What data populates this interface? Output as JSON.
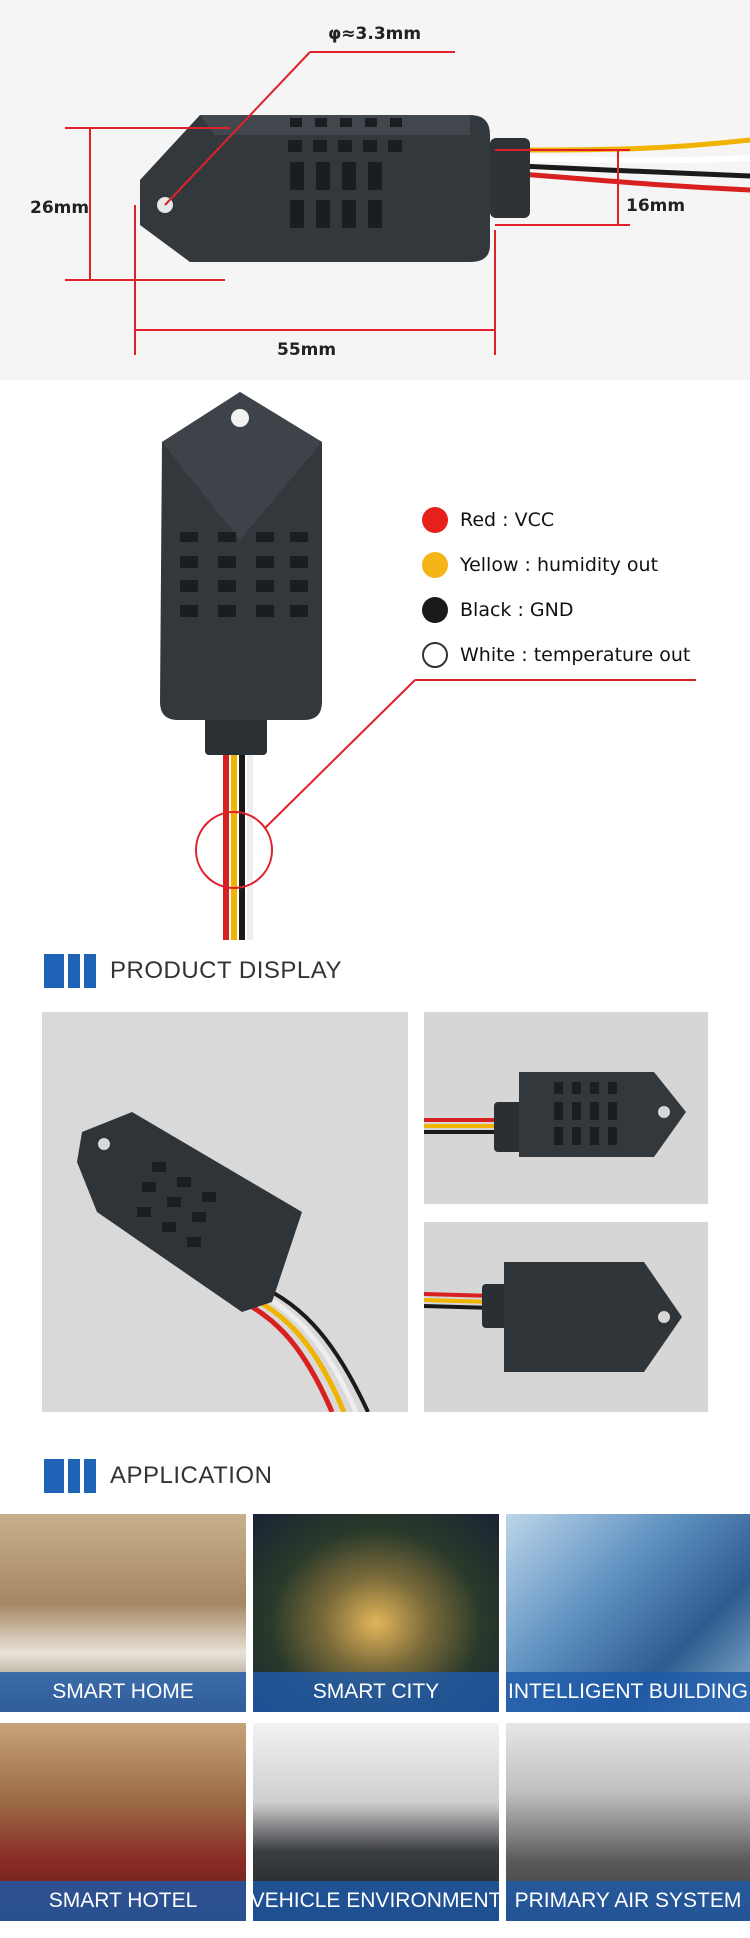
{
  "dimensions": {
    "hole": "φ≈3.3mm",
    "height": "26mm",
    "connector": "16mm",
    "length": "55mm"
  },
  "wires": {
    "items": [
      {
        "label": "Red : VCC",
        "color": "#e8201c"
      },
      {
        "label": "Yellow : humidity out",
        "color": "#f5b417"
      },
      {
        "label": "Black : GND",
        "color": "#1a1a1a"
      },
      {
        "label": "White : temperature out",
        "color": "#ffffff"
      }
    ]
  },
  "product_display": {
    "title": "PRODUCT DISPLAY"
  },
  "application": {
    "title": "APPLICATION",
    "tiles": [
      {
        "label": "SMART HOME"
      },
      {
        "label": "SMART CITY"
      },
      {
        "label": "INTELLIGENT BUILDING"
      },
      {
        "label": "SMART HOTEL"
      },
      {
        "label": "VEHICLE ENVIRONMENT"
      },
      {
        "label": "PRIMARY AIR SYSTEM"
      }
    ]
  },
  "colors": {
    "accent": "#1e63b5",
    "dimension_line": "#e0202a"
  }
}
